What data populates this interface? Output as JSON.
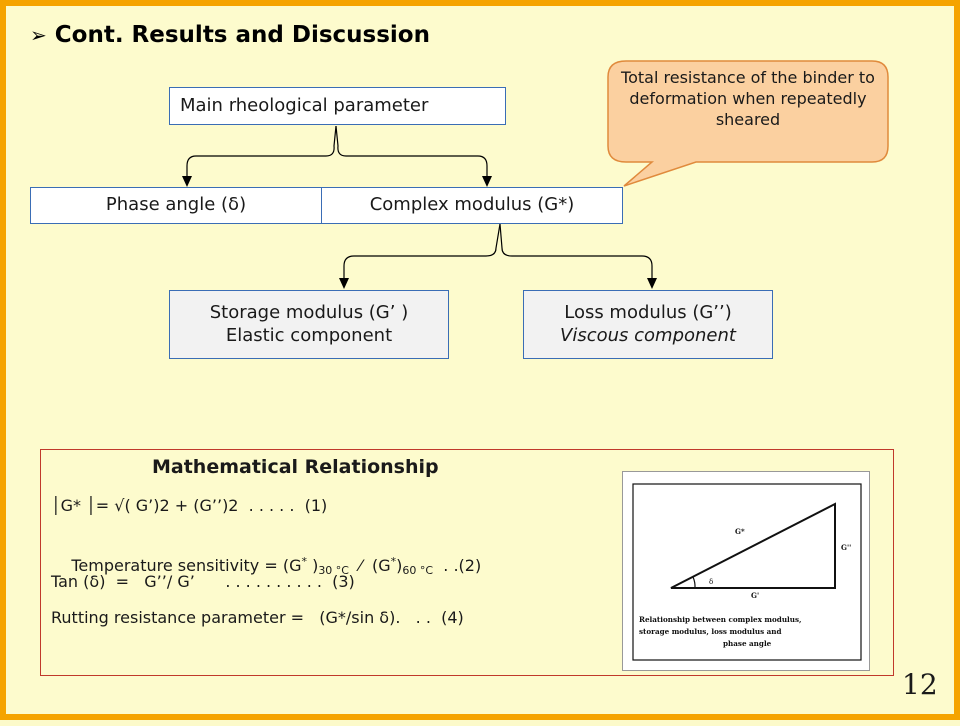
{
  "heading": {
    "arrow": "➢",
    "title": "Cont. Results and Discussion"
  },
  "boxes": {
    "main": "Main  rheological parameter",
    "phase": "Phase angle (δ)",
    "complex": "Complex modulus (G*)",
    "storage_line1": "Storage modulus (G’ )",
    "storage_line2": "Elastic component",
    "loss_line1": "Loss modulus (G’’)",
    "loss_line2": "Viscous component"
  },
  "callout": "Total resistance of the binder to deformation when repeatedly sheared",
  "math": {
    "title": "Mathematical Relationship",
    "eq1": "│G* │= √( G’)2 + (G’’)2  . . . . .  (1)",
    "eq2_a": "Temperature sensitivity = (G",
    "eq2_sup1": "*",
    "eq2_b": " )",
    "eq2_sub1": "30 °C",
    "eq2_c": "  ⁄  (G",
    "eq2_sup2": "*",
    "eq2_d": ")",
    "eq2_sub2": "60 °C",
    "eq2_e": "  . .(2)",
    "eq3": "Tan (δ)  =   G’’/ G’      . . . . . . . . . .  (3)",
    "eq4": "Rutting resistance parameter =   (G*/sin δ).   . .  (4)"
  },
  "figure": {
    "label_gstar": "G*",
    "label_gpp": "G''",
    "label_gp": "G'",
    "label_delta": "δ",
    "caption_line1": "Relationship  between  complex modulus,",
    "caption_line2": "storage modulus, loss modulus and",
    "caption_line3": "phase angle"
  },
  "page_number": "12",
  "colors": {
    "border": "#f5a300",
    "background": "#fdfbcd",
    "box_border": "#3a6db5",
    "callout_fill": "#fbd0a0",
    "callout_border": "#e08a3c",
    "panel_border": "#c0392b"
  }
}
